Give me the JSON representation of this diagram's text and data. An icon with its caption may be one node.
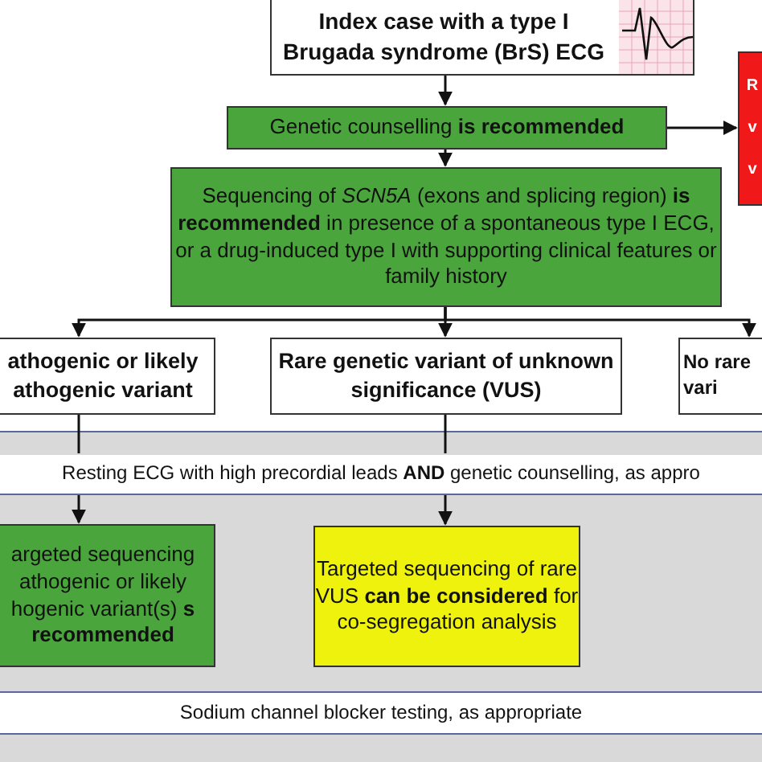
{
  "diagram": {
    "nodes": [
      {
        "text": [
          "Index case with a type I Brugada syndrome (BrS) ECG"
        ]
      },
      {
        "text": [
          "Genetic counselling **is recommended**"
        ]
      },
      {
        "text": [
          "R v v"
        ]
      },
      {
        "text": [
          "Sequencing of *SCN5A* (exons and splicing region) **is recommended** in presence of a spontaneous type I ECG, or a drug-induced type I with supporting clinical features or family history"
        ]
      },
      {
        "text": [
          "athogenic or likely athogenic variant"
        ]
      },
      {
        "text": [
          "Rare genetic variant of unknown significance (VUS)"
        ]
      },
      {
        "text": [
          "No rare vari"
        ]
      },
      {
        "text": [
          "Resting ECG with high precordial leads **AND** genetic counselling, as appro"
        ]
      },
      {
        "text": [
          "argeted sequencing athogenic or likely hogenic variant(s) **s recommended**"
        ]
      },
      {
        "text": [
          "Targeted sequencing of rare VUS **can be considered** for co-segregation analysis"
        ]
      },
      {
        "text": [
          "Sodium channel blocker testing, as appropriate"
        ]
      }
    ],
    "edges": [
      {
        "from": 0,
        "to": 1,
        "arrow": "to"
      },
      {
        "from": 1,
        "to": 2,
        "arrow": "to"
      },
      {
        "from": 1,
        "to": 3,
        "arrow": "to"
      },
      {
        "from": 3,
        "to": 4,
        "arrow": "to"
      },
      {
        "from": 3,
        "to": 5,
        "arrow": "to"
      },
      {
        "from": 3,
        "to": 6,
        "arrow": "to"
      },
      {
        "from": 4,
        "to": 7,
        "arrow": "none"
      },
      {
        "from": 5,
        "to": 7,
        "arrow": "none"
      },
      {
        "from": 7,
        "to": 8,
        "arrow": "to"
      },
      {
        "from": 7,
        "to": 9,
        "arrow": "to"
      }
    ]
  }
}
